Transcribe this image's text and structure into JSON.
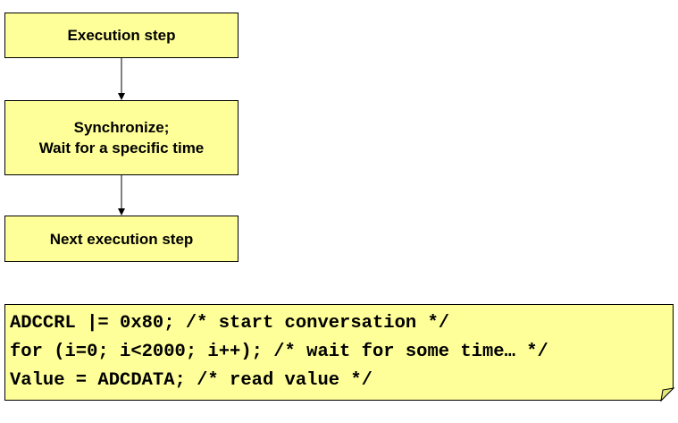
{
  "flowchart": {
    "steps": [
      {
        "label": "Execution step"
      },
      {
        "label": "Synchronize;\nWait for a specific time"
      },
      {
        "label": "Next execution step"
      }
    ]
  },
  "code": {
    "lines": [
      "ADCCRL |= 0x80; /* start conversation */",
      "for (i=0; i<2000; i++); /* wait for some time… */",
      "Value = ADCDATA; /* read value */"
    ]
  },
  "colors": {
    "box_fill": "#ffff99",
    "stroke": "#000000"
  }
}
